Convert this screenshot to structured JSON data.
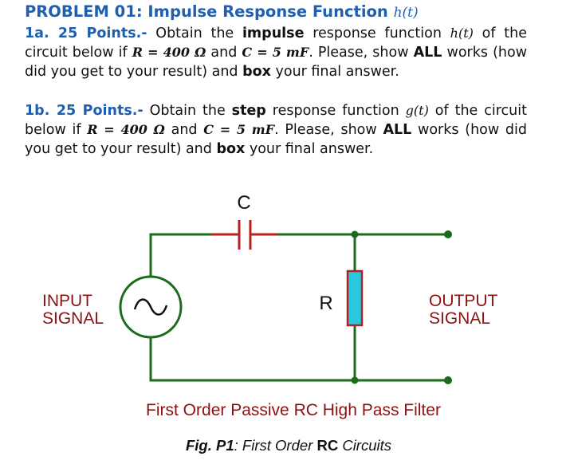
{
  "problem": {
    "title": "PROBLEM 01: Impulse Response Function",
    "title_symbol": "h(t)"
  },
  "part_a": {
    "lead": "1a. 25 Points.-",
    "t1": " Obtain the ",
    "kw": "impulse",
    "t2": " response function ",
    "sym": "h(t)",
    "t3": " of the circuit below if ",
    "r_eq": "R = 400 Ω",
    "t4": " and ",
    "c_eq": "C = 5 mF",
    "t5": ". Please, show ",
    "all": "ALL",
    "t6": " works (how did you get to your result) and ",
    "box": "box",
    "t7": " your final answer."
  },
  "part_b": {
    "lead": "1b. 25 Points.-",
    "t1": " Obtain the ",
    "kw": "step",
    "t2": " response function ",
    "sym": "g(t)",
    "t3": " of the circuit below if ",
    "r_eq": "R = 400 Ω",
    "t4": " and ",
    "c_eq": "C = 5 mF",
    "t5": ". Please, show ",
    "all": "ALL",
    "t6": " works (how did you get to your result) and ",
    "box": "box",
    "t7": " your final answer."
  },
  "circuit": {
    "capacitor_label": "C",
    "resistor_label": "R",
    "input_label_1": "INPUT",
    "input_label_2": "SIGNAL",
    "output_label_1": "OUTPUT",
    "output_label_2": "SIGNAL",
    "source_icon": "ac-source-icon",
    "colors": {
      "wire": "#1a6b1a",
      "capacitor_wire": "#b22222",
      "resistor_fill": "#29c8e0",
      "node": "#1a6b1a"
    }
  },
  "captions": {
    "filter": "First Order Passive RC High Pass Filter",
    "fig_label": "Fig. P1",
    "fig_sep": ":",
    "fig_text_1": " First Order ",
    "fig_rc": "RC",
    "fig_text_2": " Circuits"
  }
}
